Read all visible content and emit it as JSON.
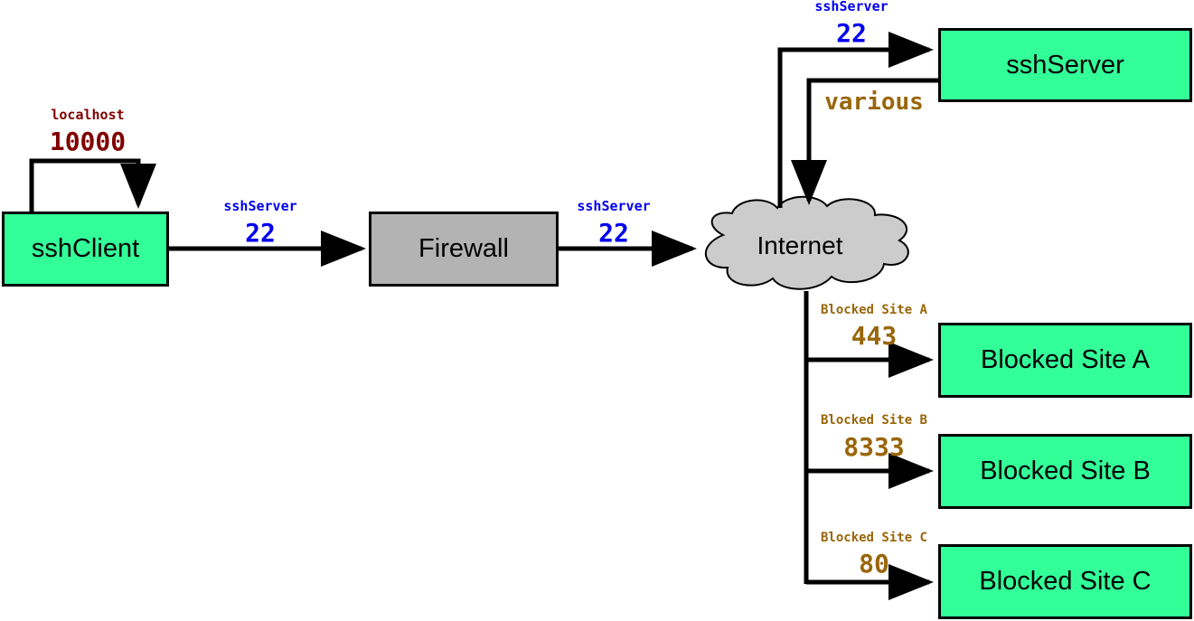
{
  "nodes": {
    "ssh_client": "sshClient",
    "firewall": "Firewall",
    "internet": "Internet",
    "ssh_server": "sshServer",
    "site_a": "Blocked Site A",
    "site_b": "Blocked Site B",
    "site_c": "Blocked Site C"
  },
  "edges": {
    "loopback": {
      "host": "localhost",
      "port": "10000"
    },
    "client_to_firewall": {
      "host": "sshServer",
      "port": "22"
    },
    "firewall_to_internet": {
      "host": "sshServer",
      "port": "22"
    },
    "internet_to_server": {
      "host": "sshServer",
      "port": "22"
    },
    "server_to_internet": {
      "port": "various"
    },
    "to_site_a": {
      "host": "Blocked Site A",
      "port": "443"
    },
    "to_site_b": {
      "host": "Blocked Site B",
      "port": "8333"
    },
    "to_site_c": {
      "host": "Blocked Site C",
      "port": "80"
    }
  },
  "colors": {
    "node_fill": "#33ff99",
    "firewall_fill": "#b3b3b3",
    "cloud_fill": "#cccccc",
    "label_blue": "#0000ee",
    "label_dark_red": "#800000",
    "label_ochre": "#99660a"
  }
}
